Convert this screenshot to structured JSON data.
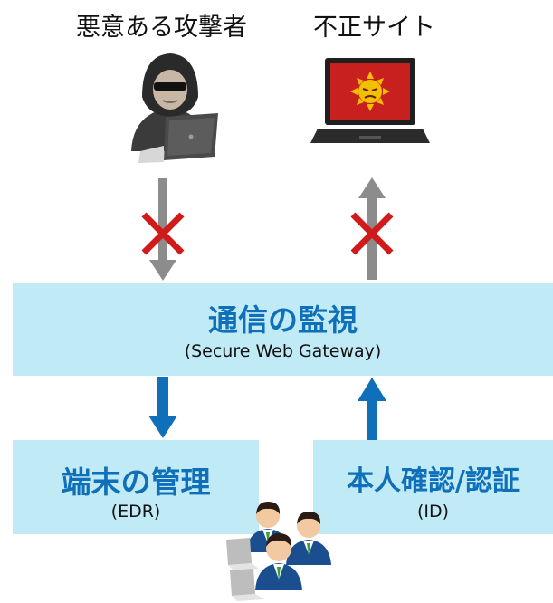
{
  "top_labels": {
    "attacker": "悪意ある攻撃者",
    "malicious_site": "不正サイト"
  },
  "boxes": {
    "monitor": {
      "title": "通信の監視",
      "subtitle": "(Secure Web Gateway)"
    },
    "endpoint": {
      "title": "端末の管理",
      "subtitle": "(EDR)"
    },
    "identity": {
      "title": "本人確認/認証",
      "subtitle": "(ID)"
    }
  },
  "colors": {
    "box_fill": "#bfeaf6",
    "box_title": "#0f6fb8",
    "blocked_arrow": "#8c8c8c",
    "allowed_arrow": "#0f6fb8",
    "block_mark": "#d11a1a"
  },
  "icons": {
    "attacker": "hooded-hacker-laptop-icon",
    "site": "malicious-laptop-icon",
    "users": "office-workers-laptops-icon",
    "block": "red-x-icon"
  }
}
